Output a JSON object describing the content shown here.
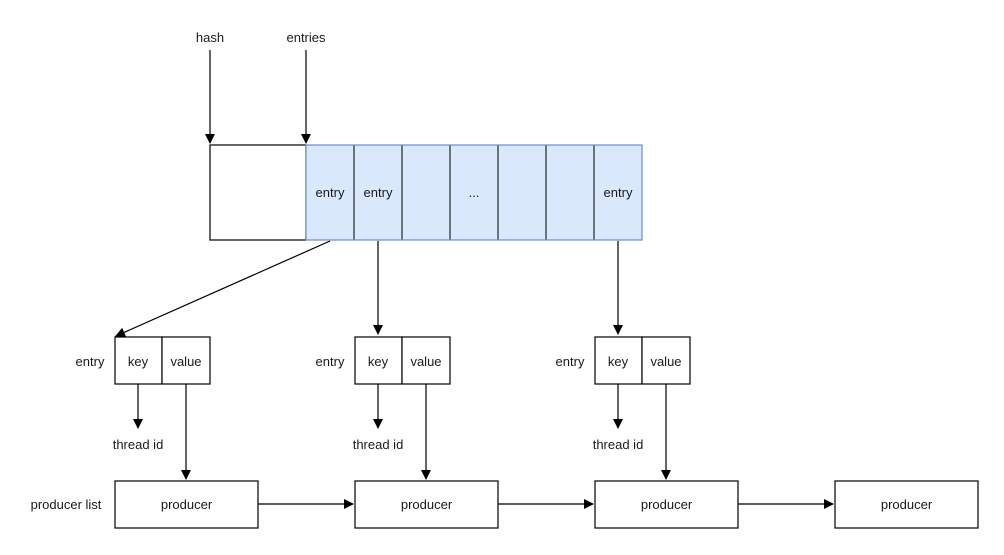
{
  "top_labels": {
    "hash": "hash",
    "entries": "entries"
  },
  "array": {
    "cells": [
      "entry",
      "entry",
      "",
      "...",
      "",
      "",
      "entry"
    ]
  },
  "entries": [
    {
      "side_label": "entry",
      "key": "key",
      "value": "value",
      "key_target": "thread id"
    },
    {
      "side_label": "entry",
      "key": "key",
      "value": "value",
      "key_target": "thread id"
    },
    {
      "side_label": "entry",
      "key": "key",
      "value": "value",
      "key_target": "thread id"
    }
  ],
  "producer_list_label": "producer list",
  "producers": [
    "producer",
    "producer",
    "producer",
    "producer"
  ],
  "colors": {
    "cell_fill": "#dae8fc",
    "cell_border": "#6c8ebf",
    "line": "#000000"
  }
}
